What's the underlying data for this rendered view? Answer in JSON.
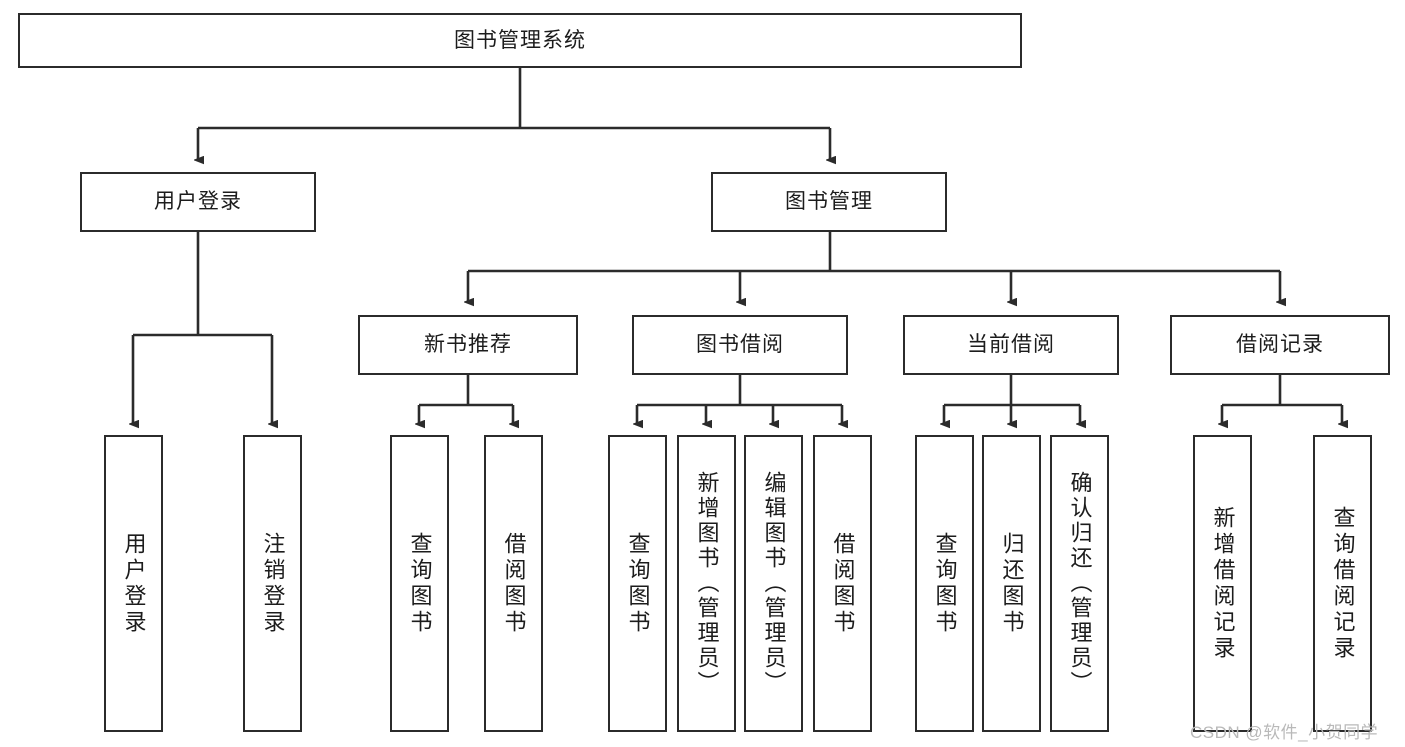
{
  "diagram": {
    "type": "tree-hierarchy",
    "title": "图书管理系统",
    "watermark": "CSDN @软件_小贺同学",
    "colors": {
      "stroke": "#2b2b2b",
      "box_fill": "#ffffff",
      "text": "#1c1c1c",
      "background": "#ffffff",
      "watermark": "#b9b9b9"
    },
    "root": {
      "label": "图书管理系统"
    },
    "level1": [
      {
        "label": "用户登录"
      },
      {
        "label": "图书管理"
      }
    ],
    "level2": [
      {
        "label": "新书推荐"
      },
      {
        "label": "图书借阅"
      },
      {
        "label": "当前借阅"
      },
      {
        "label": "借阅记录"
      }
    ],
    "leaves": {
      "user_login": [
        {
          "label": "用户登录"
        },
        {
          "label": "注销登录"
        }
      ],
      "new_book_recommend": [
        {
          "label": "查询图书"
        },
        {
          "label": "借阅图书"
        }
      ],
      "book_borrow": [
        {
          "label": "查询图书"
        },
        {
          "label": "新增图书（管理员）"
        },
        {
          "label": "编辑图书（管理员）"
        },
        {
          "label": "借阅图书"
        }
      ],
      "current_borrow": [
        {
          "label": "查询图书"
        },
        {
          "label": "归还图书"
        },
        {
          "label": "确认归还（管理员）"
        }
      ],
      "borrow_record": [
        {
          "label": "新增借阅记录"
        },
        {
          "label": "查询借阅记录"
        }
      ]
    }
  }
}
